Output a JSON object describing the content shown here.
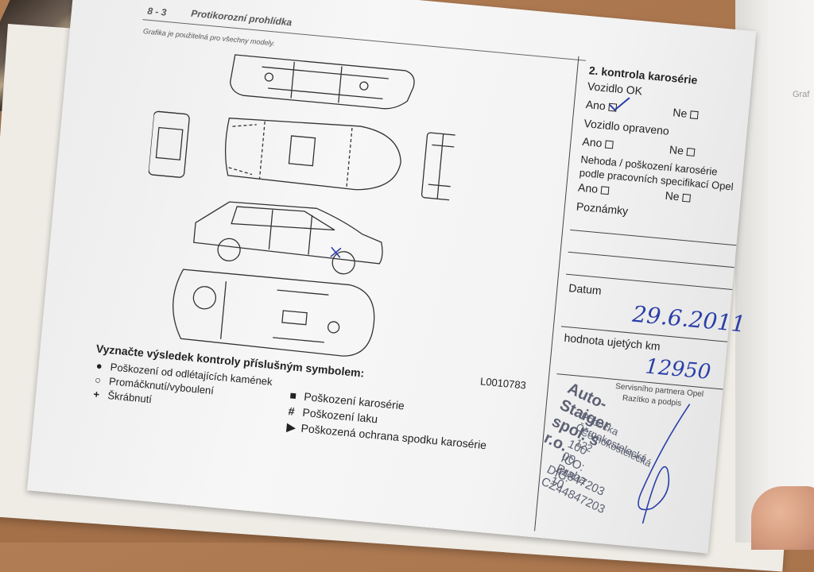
{
  "header": {
    "section_number": "8 - 3",
    "section_title": "Protikorozní prohlídka",
    "note": "Grafika je použitelná pro všechny modely."
  },
  "diagram": {
    "code": "L0010783",
    "legend_title": "Vyznačte výsledek kontroly příslušným symbolem:",
    "legend_items": [
      {
        "symbol": "●",
        "label": "Poškození od odlétajících kamének"
      },
      {
        "symbol": "○",
        "label": "Promáčknutí/vyboulení"
      },
      {
        "symbol": "+",
        "label": "Škrábnutí"
      },
      {
        "symbol": "■",
        "label": "Poškození karosérie"
      },
      {
        "symbol": "#",
        "label": "Poškození laku"
      },
      {
        "symbol": "▶",
        "label": "Poškozená ochrana spodku karosérie"
      }
    ]
  },
  "inspection": {
    "title": "2. kontrola karosérie",
    "q1": "Vozidlo OK",
    "q2": "Vozidlo opraveno",
    "q3_line1": "Nehoda / poškození karosérie",
    "q3_line2": "podle pracovních specifikací Opel",
    "yes": "Ano",
    "no": "Ne",
    "notes_label": "Poznámky",
    "date_label": "Datum",
    "date_value": "29.6.2011",
    "km_label": "hodnota ujetých km",
    "km_value": "12950",
    "partner_label": "Servisního partnera Opel",
    "stamp_label": "Razítko a podpis"
  },
  "stamp": {
    "company": "Auto-Staiger spol. s r.o.",
    "branch": "Pobočka Černokostelecká",
    "street": "Černokostelecká 122",
    "city": "100 00 Praha 10",
    "ico": "IČO: 44847203",
    "dic": "DIČ: CZ44847203"
  },
  "right_page_edge": "Graf",
  "colors": {
    "ink_blue": "#2a3fa8",
    "stamp_grey": "#5d6172",
    "desk": "#a8734b"
  }
}
